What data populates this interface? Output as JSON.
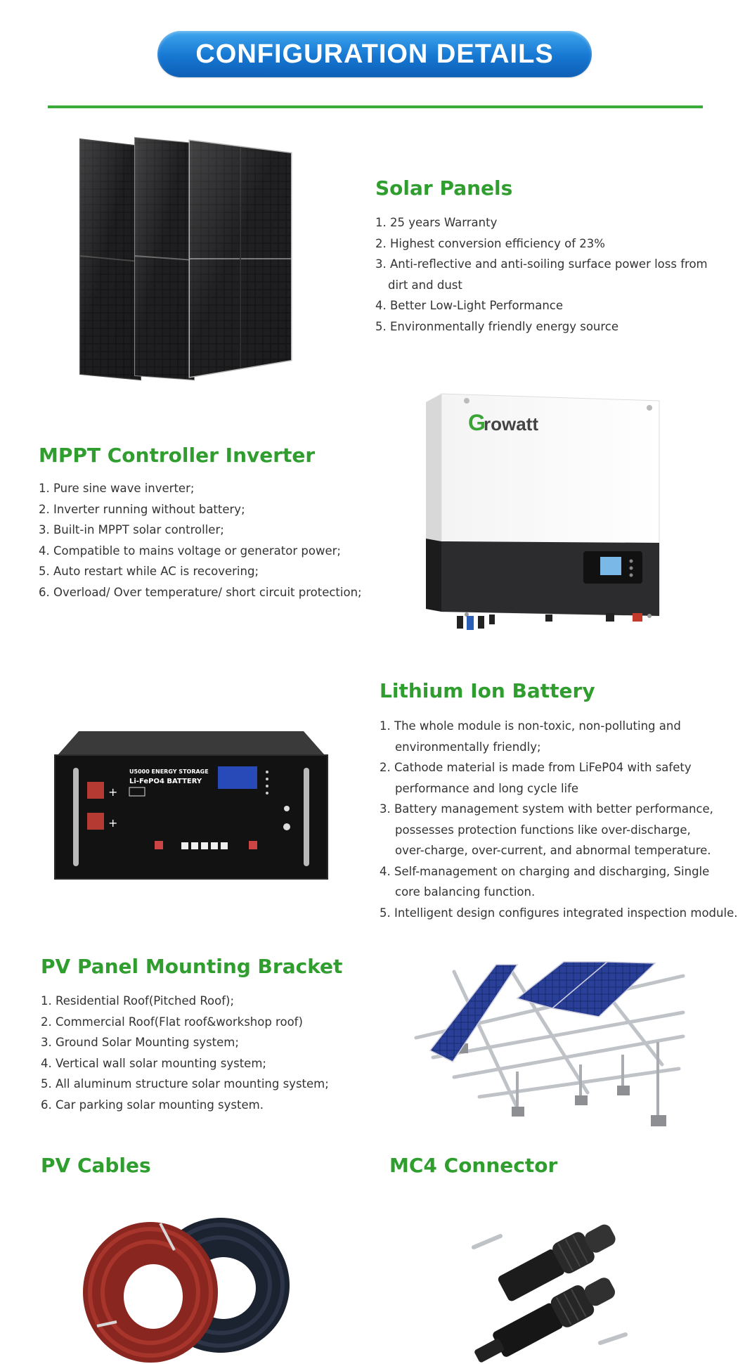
{
  "header": {
    "title": "CONFIGURATION DETAILS"
  },
  "colors": {
    "accent_green": "#2f9e2f",
    "pill_blue": "#1677d2"
  },
  "sections": {
    "solar_panels": {
      "title": "Solar Panels",
      "items": [
        "1. 25 years Warranty",
        "2. Highest conversion efficiency of 23%",
        "3. Anti-reflective and anti-soiling surface power loss from",
        "dirt and dust",
        "4. Better Low-Light Performance",
        "5. Environmentally friendly energy source"
      ]
    },
    "inverter": {
      "title": "MPPT Controller Inverter",
      "brand": "Growatt",
      "items": [
        "1. Pure sine wave inverter;",
        "2. Inverter running without battery;",
        "3. Built-in MPPT solar controller;",
        "4. Compatible to mains voltage or generator power;",
        "5. Auto restart while AC is recovering;",
        "6. Overload/ Over temperature/ short circuit protection;"
      ]
    },
    "battery": {
      "title": "Lithium Ion Battery",
      "label_line1": "U5000 ENERGY STORAGE",
      "label_line2": "Li-FePO4 BATTERY",
      "items": [
        "1. The whole module is non-toxic, non-polluting and",
        "environmentally friendly;",
        "2.  Cathode material is made from LiFeP04 with safety",
        "performance and long cycle life",
        "3. Battery management system with better performance,",
        "possesses protection functions like over-discharge,",
        "over-charge, over-current, and abnormal temperature.",
        "4. Self-management on charging and discharging, Single",
        "core balancing function.",
        "5. Intelligent design configures integrated inspection module."
      ]
    },
    "bracket": {
      "title": "PV Panel Mounting Bracket",
      "items": [
        "1. Residential Roof(Pitched Roof);",
        "2. Commercial Roof(Flat roof&workshop roof)",
        "3. Ground Solar Mounting system;",
        "4. Vertical wall solar mounting system;",
        "5. All aluminum structure solar mounting system;",
        "6. Car parking solar mounting system."
      ]
    },
    "cables": {
      "title": "PV Cables"
    },
    "connector": {
      "title": "MC4 Connector"
    }
  }
}
